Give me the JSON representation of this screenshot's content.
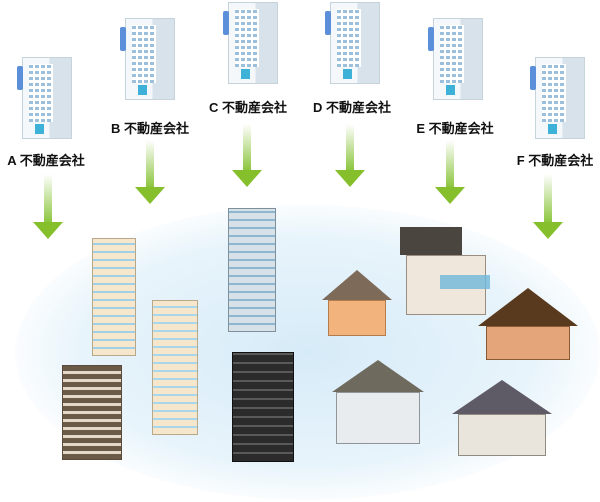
{
  "companies": [
    {
      "label": "A 不動産会社"
    },
    {
      "label": "B 不動産会社"
    },
    {
      "label": "C 不動産会社"
    },
    {
      "label": "D 不動産会社"
    },
    {
      "label": "E 不動産会社"
    },
    {
      "label": "F 不動産会社"
    }
  ],
  "colors": {
    "arrow": "#8cc63f",
    "ground": "#d6ebf8",
    "office_accent": "#5b8fd9"
  }
}
